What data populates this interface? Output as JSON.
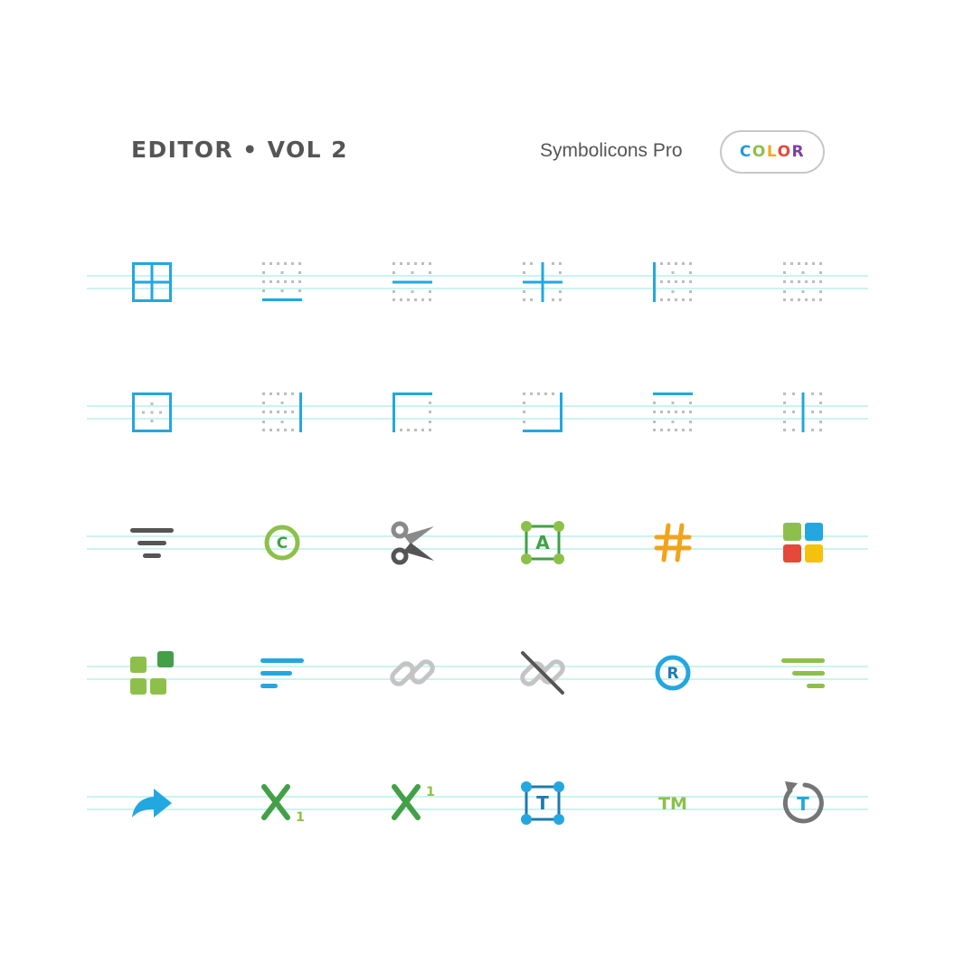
{
  "header": {
    "title": "EDITOR • VOL 2",
    "brand": "Symbolicons Pro",
    "badge": {
      "letters": [
        "C",
        "O",
        "L",
        "O",
        "R"
      ],
      "colors": [
        "#1e9bd7",
        "#8cc04a",
        "#f5a623",
        "#e24b3c",
        "#7b3fa0"
      ]
    }
  },
  "colors": {
    "blue": "#23a7e0",
    "grey_dots": "#bdbdbd",
    "dark": "#555555",
    "green": "#8dc04a",
    "dark_green": "#43a047",
    "orange": "#f2a31b",
    "red": "#e5493a",
    "yellow": "#f4c20d",
    "light_grey": "#c4c4c4",
    "guide": "#b8f0ea"
  },
  "icons": [
    [
      "border-all-icon",
      "border-bottom-icon",
      "border-horizontal-icon",
      "border-inner-icon",
      "border-left-icon",
      "border-none-icon"
    ],
    [
      "border-outer-icon",
      "border-right-icon",
      "border-top-left-icon",
      "border-bottom-right-icon",
      "border-top-icon",
      "border-vertical-icon"
    ],
    [
      "filter-icon",
      "copyright-icon",
      "scissors-icon",
      "text-box-icon",
      "hashtag-icon",
      "color-squares-icon"
    ],
    [
      "extensions-icon",
      "align-left-icon",
      "link-icon",
      "unlink-icon",
      "registered-icon",
      "filter-color-icon"
    ],
    [
      "share-arrow-icon",
      "subscript-icon",
      "superscript-icon",
      "text-box-t-icon",
      "trademark-icon",
      "rotate-text-icon"
    ]
  ],
  "labels": {
    "copyright": "C",
    "text_box": "A",
    "registered": "R",
    "subscript_digit": "1",
    "superscript_digit": "1",
    "text_box_t": "T",
    "trademark": "TM",
    "rotate_t": "T"
  }
}
